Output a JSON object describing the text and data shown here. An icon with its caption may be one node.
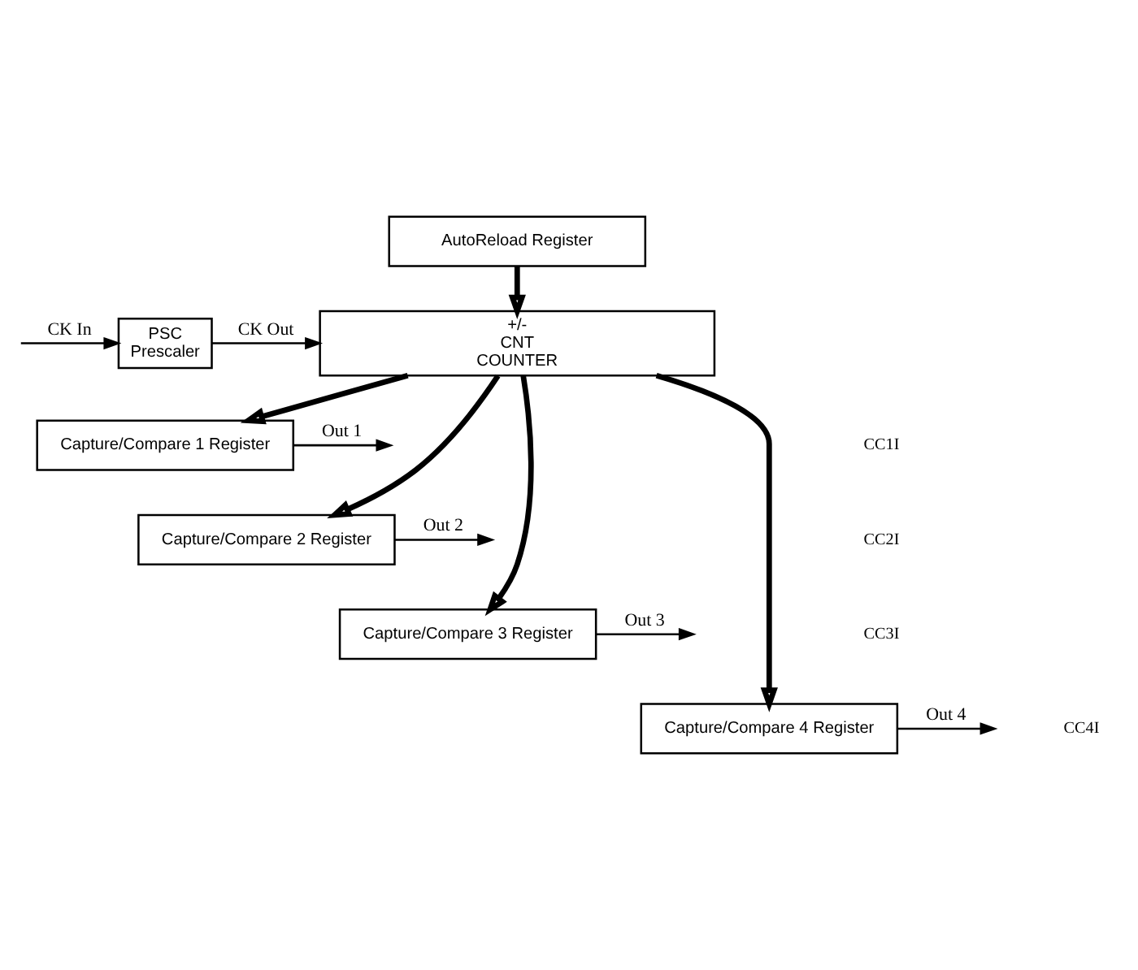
{
  "diagram": {
    "nodes": [
      {
        "text": [
          "AutoReload Register"
        ]
      },
      {
        "text": [
          "PSC",
          "Prescaler"
        ]
      },
      {
        "text": [
          "+/-",
          "CNT",
          "COUNTER"
        ]
      },
      {
        "text": [
          "Capture/Compare 1 Register"
        ]
      },
      {
        "text": [
          "Capture/Compare 2 Register"
        ]
      },
      {
        "text": [
          "Capture/Compare 3 Register"
        ]
      },
      {
        "text": [
          "Capture/Compare 4 Register"
        ]
      }
    ],
    "edges": [
      {
        "from": null,
        "to": 1,
        "arrow": "to",
        "label": "CK In"
      },
      {
        "from": 1,
        "to": 2,
        "arrow": "to",
        "label": "CK Out"
      },
      {
        "from": 0,
        "to": 2,
        "arrow": "to",
        "style": "thick"
      },
      {
        "from": 2,
        "to": 3,
        "arrow": "to",
        "style": "thick"
      },
      {
        "from": 2,
        "to": 4,
        "arrow": "to",
        "style": "thick"
      },
      {
        "from": 2,
        "to": 5,
        "arrow": "to",
        "style": "thick"
      },
      {
        "from": 2,
        "to": 6,
        "arrow": "to",
        "style": "thick"
      },
      {
        "from": 3,
        "to": null,
        "arrow": "to",
        "label": "Out 1"
      },
      {
        "from": 4,
        "to": null,
        "arrow": "to",
        "label": "Out 2"
      },
      {
        "from": 5,
        "to": null,
        "arrow": "to",
        "label": "Out 3"
      },
      {
        "from": 6,
        "to": null,
        "arrow": "to",
        "label": "Out 4"
      }
    ],
    "labels": [
      "CC1I",
      "CC2I",
      "CC3I",
      "CC4I"
    ]
  }
}
